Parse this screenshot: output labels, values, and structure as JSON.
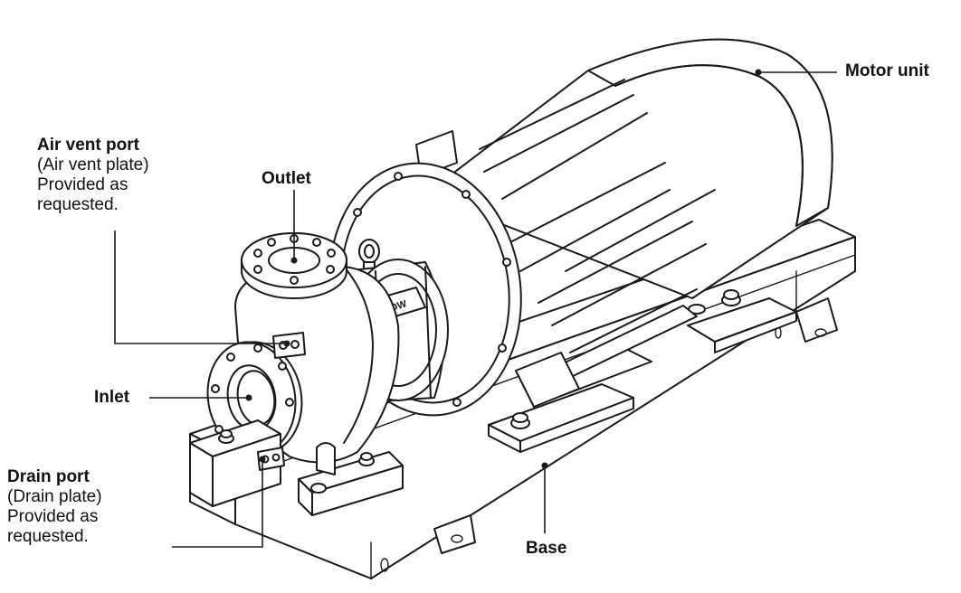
{
  "labels": {
    "motor_unit": "Motor unit",
    "air_vent_title": "Air vent port",
    "air_vent_line1": "(Air vent plate)",
    "air_vent_line2": "Provided as",
    "air_vent_line3": "requested.",
    "outlet": "Outlet",
    "inlet": "Inlet",
    "drain_title": "Drain port",
    "drain_line1": "(Drain plate)",
    "drain_line2": "Provided as",
    "drain_line3": "requested.",
    "base": "Base"
  },
  "nameplate_text": "MDW",
  "colors": {
    "line": "#1a1a1a",
    "background": "#ffffff"
  }
}
